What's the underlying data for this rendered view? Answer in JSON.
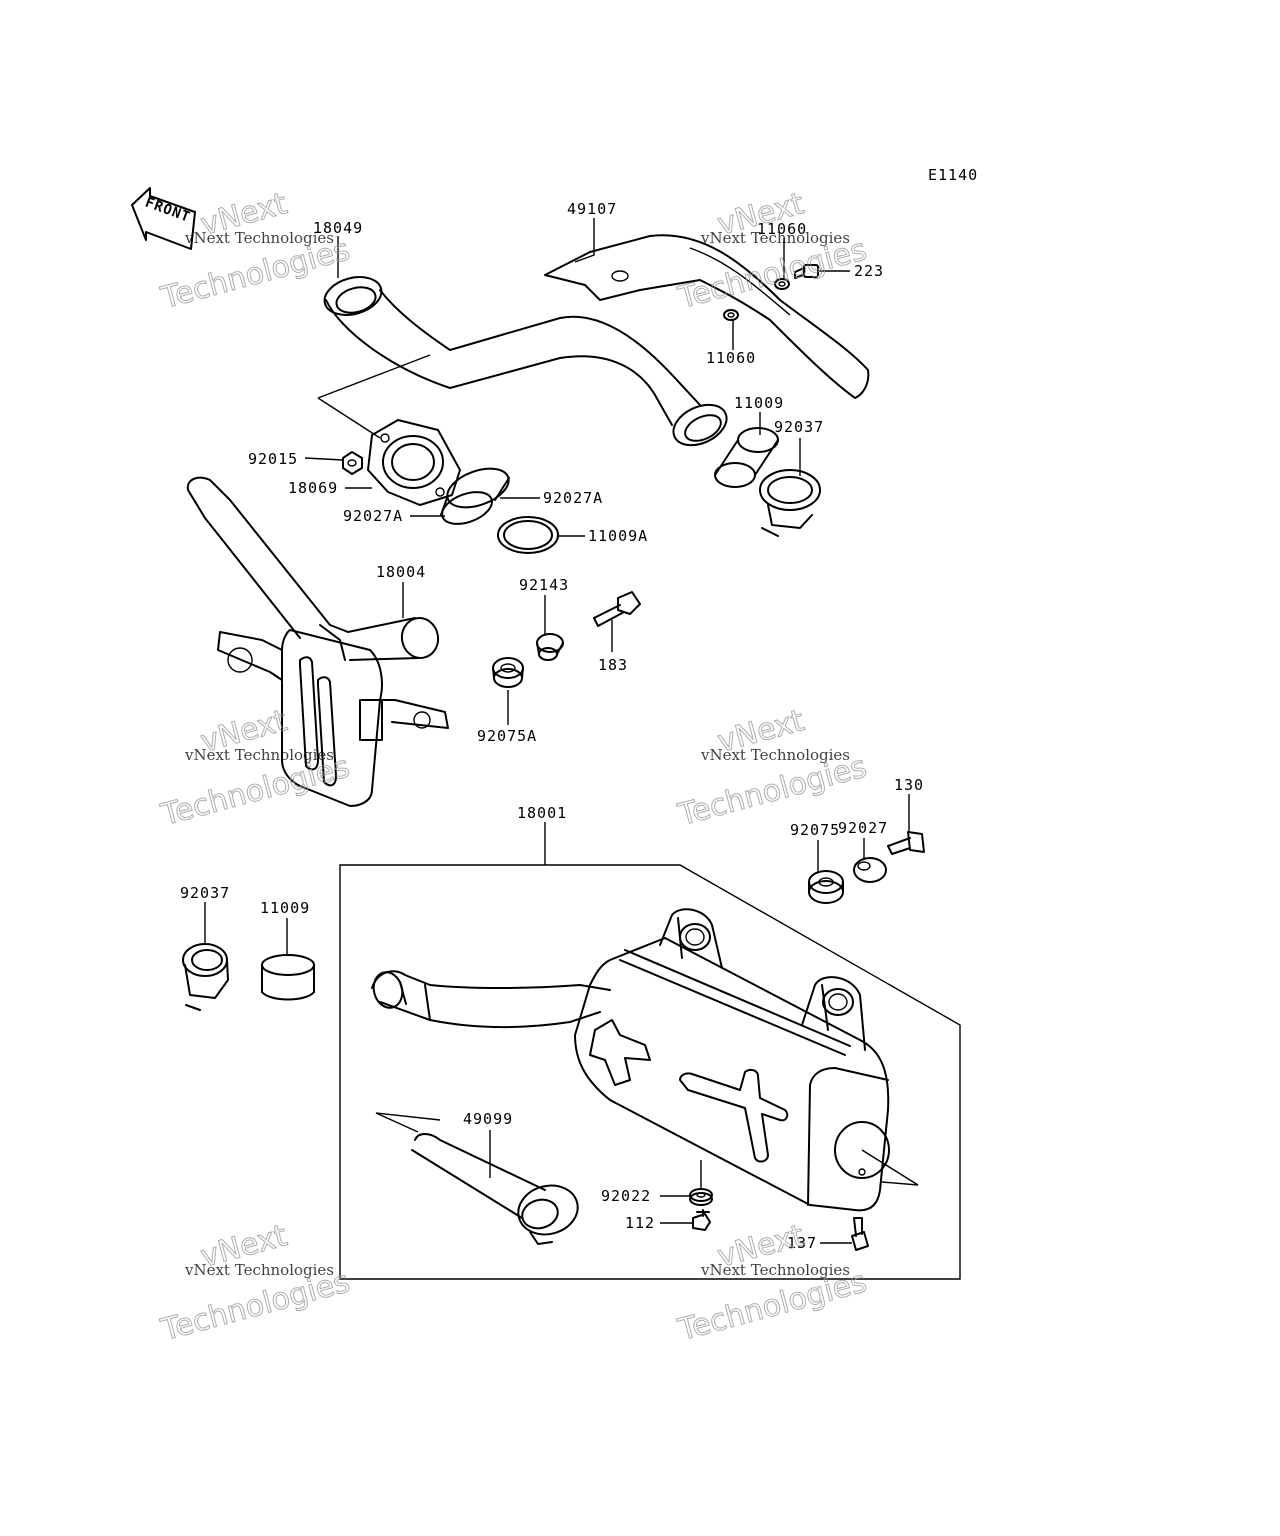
{
  "diagram_code": "E1140",
  "front_label": "FRONT",
  "watermark": {
    "line1": "vNext",
    "line2": "vNext Technologies",
    "line3": "Technologies"
  },
  "callouts": {
    "p18049": "18049",
    "p49107": "49107",
    "p11060a": "11060",
    "p223": "223",
    "p11060b": "11060",
    "p11009a": "11009",
    "p92037a": "92037",
    "p92015": "92015",
    "p18069": "18069",
    "p92027Aa": "92027A",
    "p92027Ab": "92027A",
    "p11009A": "11009A",
    "p18004": "18004",
    "p92143": "92143",
    "p183": "183",
    "p92075A": "92075A",
    "p18001": "18001",
    "p130": "130",
    "p92027": "92027",
    "p92075": "92075",
    "p92037b": "92037",
    "p11009b": "11009",
    "p49099": "49099",
    "p92022": "92022",
    "p112": "112",
    "p137": "137"
  }
}
